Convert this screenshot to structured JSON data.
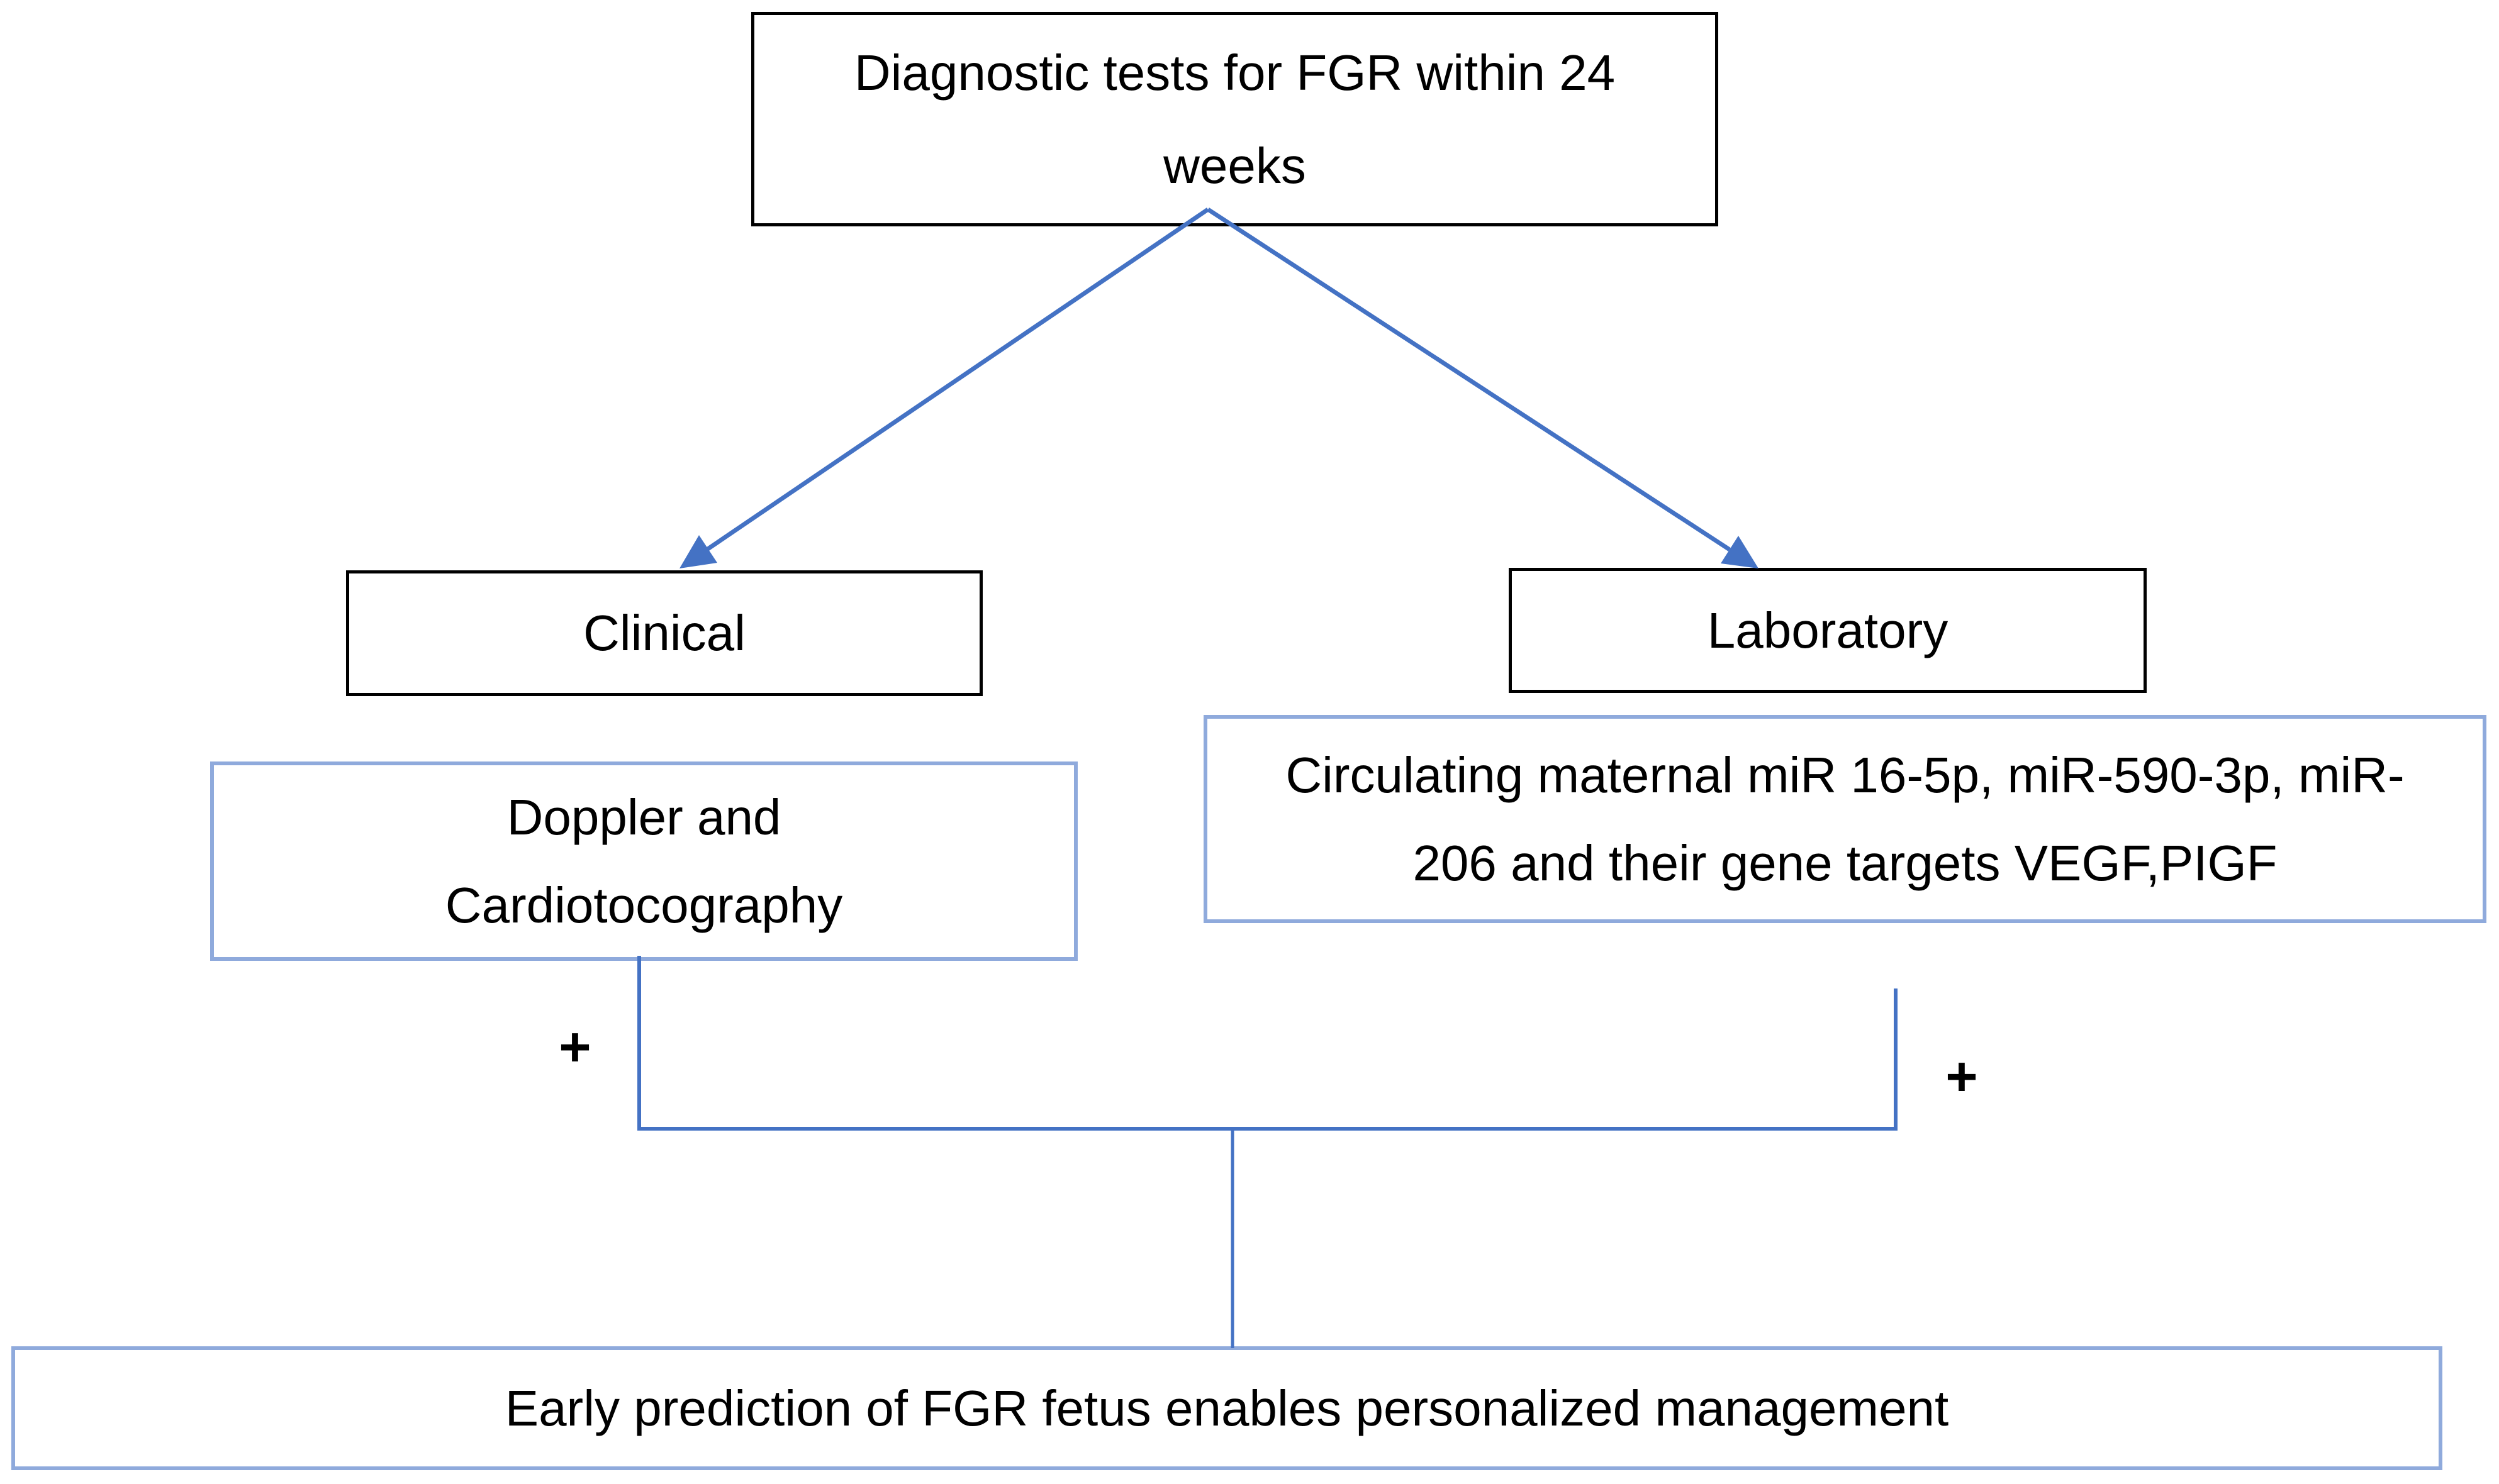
{
  "figure": {
    "description": "Flow diagram of diagnostic tests for FGR within 24 weeks",
    "background_color": "#FFFFFF",
    "boxes": {
      "title": {
        "lines": [
          "Diagnostic tests for FGR within 24",
          "weeks"
        ],
        "border_color": "#000000"
      },
      "clinical": {
        "label": "Clinical",
        "border_color": "#000000"
      },
      "laboratory": {
        "label": "Laboratory",
        "border_color": "#000000"
      },
      "doppler": {
        "lines": [
          "Doppler and",
          "Cardiotocography"
        ],
        "border_color": "#8FAADC"
      },
      "circulating": {
        "lines": [
          "Circulating maternal miR 16-5p, miR-590-3p, miR-",
          "206 and their gene targets VEGF,PIGF"
        ],
        "border_color": "#8FAADC"
      },
      "outcome": {
        "label": "Early prediction of FGR fetus enables personalized management",
        "border_color": "#8FAADC"
      }
    },
    "operators": {
      "plus_left": "+",
      "plus_right": "+"
    },
    "connectors": {
      "arrow_color": "#4472C4",
      "elbow_color": "#4472C4",
      "arrow_targets": [
        "Clinical",
        "Laboratory"
      ],
      "merge_target": "Early prediction of FGR fetus enables personalized management"
    }
  }
}
